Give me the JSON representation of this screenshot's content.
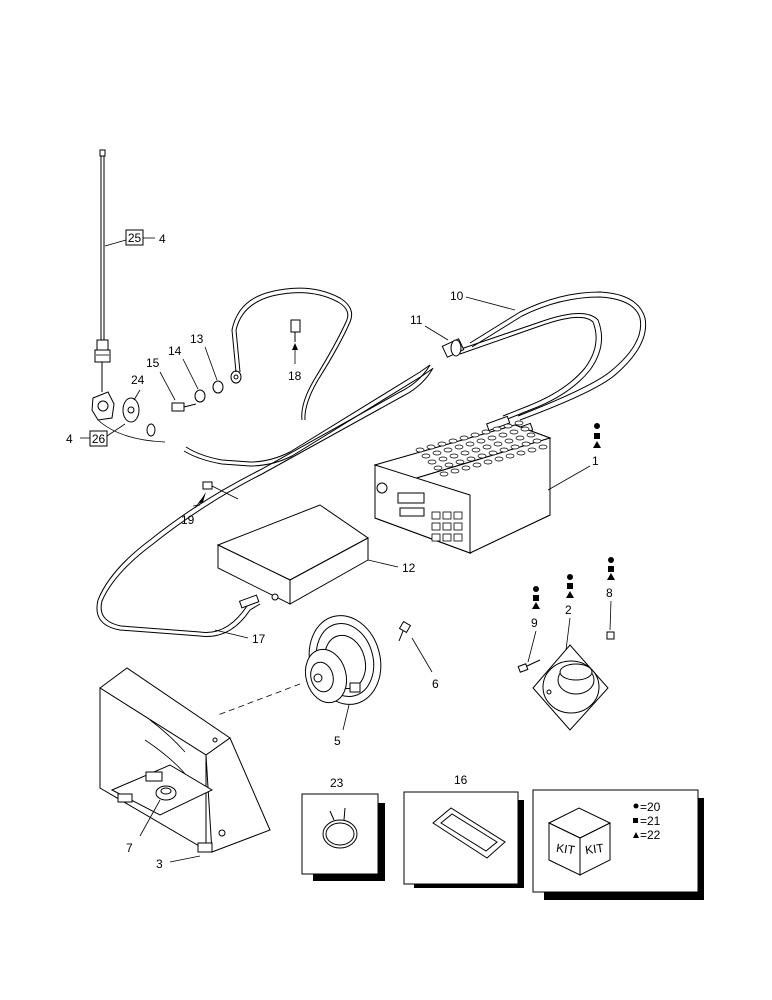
{
  "callouts": {
    "c1": "1",
    "c2": "2",
    "c3": "3",
    "c4a": "4",
    "c4b": "4",
    "c5": "5",
    "c6": "6",
    "c7": "7",
    "c8": "8",
    "c9": "9",
    "c10": "10",
    "c11": "11",
    "c12": "12",
    "c13": "13",
    "c14": "14",
    "c15": "15",
    "c16": "16",
    "c17": "17",
    "c18": "18",
    "c19": "19",
    "c23": "23",
    "c24": "24"
  },
  "boxed_callouts": {
    "b25": "25",
    "b26": "26"
  },
  "kit": {
    "cube_left_label": "KIT",
    "cube_right_label": "KIT",
    "legend": [
      {
        "symbol": "circle",
        "text": "=20"
      },
      {
        "symbol": "square",
        "text": "=21"
      },
      {
        "symbol": "triangle",
        "text": "=22"
      }
    ]
  }
}
